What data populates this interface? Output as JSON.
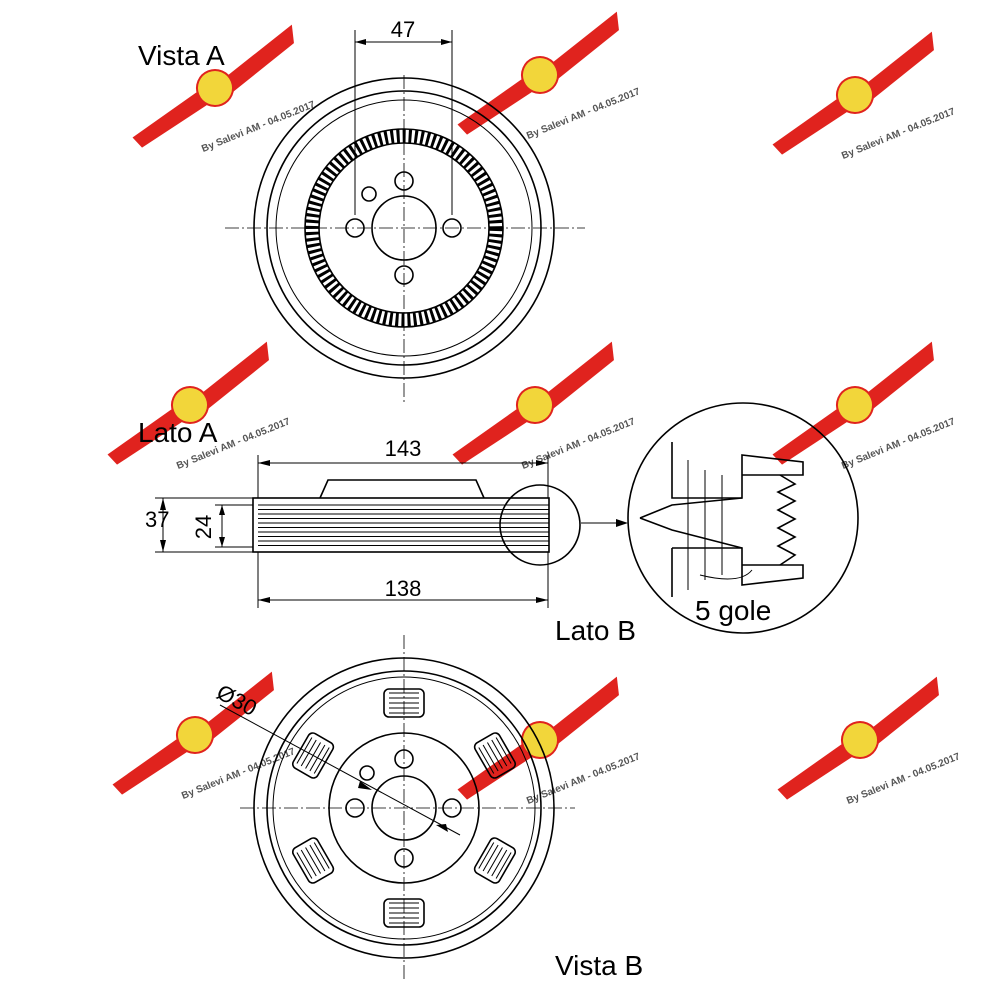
{
  "views": {
    "vista_a": "Vista A",
    "lato_a": "Lato A",
    "lato_b": "Lato B",
    "vista_b": "Vista B"
  },
  "dimensions": {
    "top_hole_spacing": "47",
    "overall_width": "143",
    "hub_width": "138",
    "overall_height": "37",
    "belt_height": "24",
    "bore_diameter": "Ø30"
  },
  "detail": {
    "grooves": "5 gole"
  },
  "watermark": {
    "text": "By Salevi AM - 04.05.2017",
    "color": "#e0231e"
  }
}
